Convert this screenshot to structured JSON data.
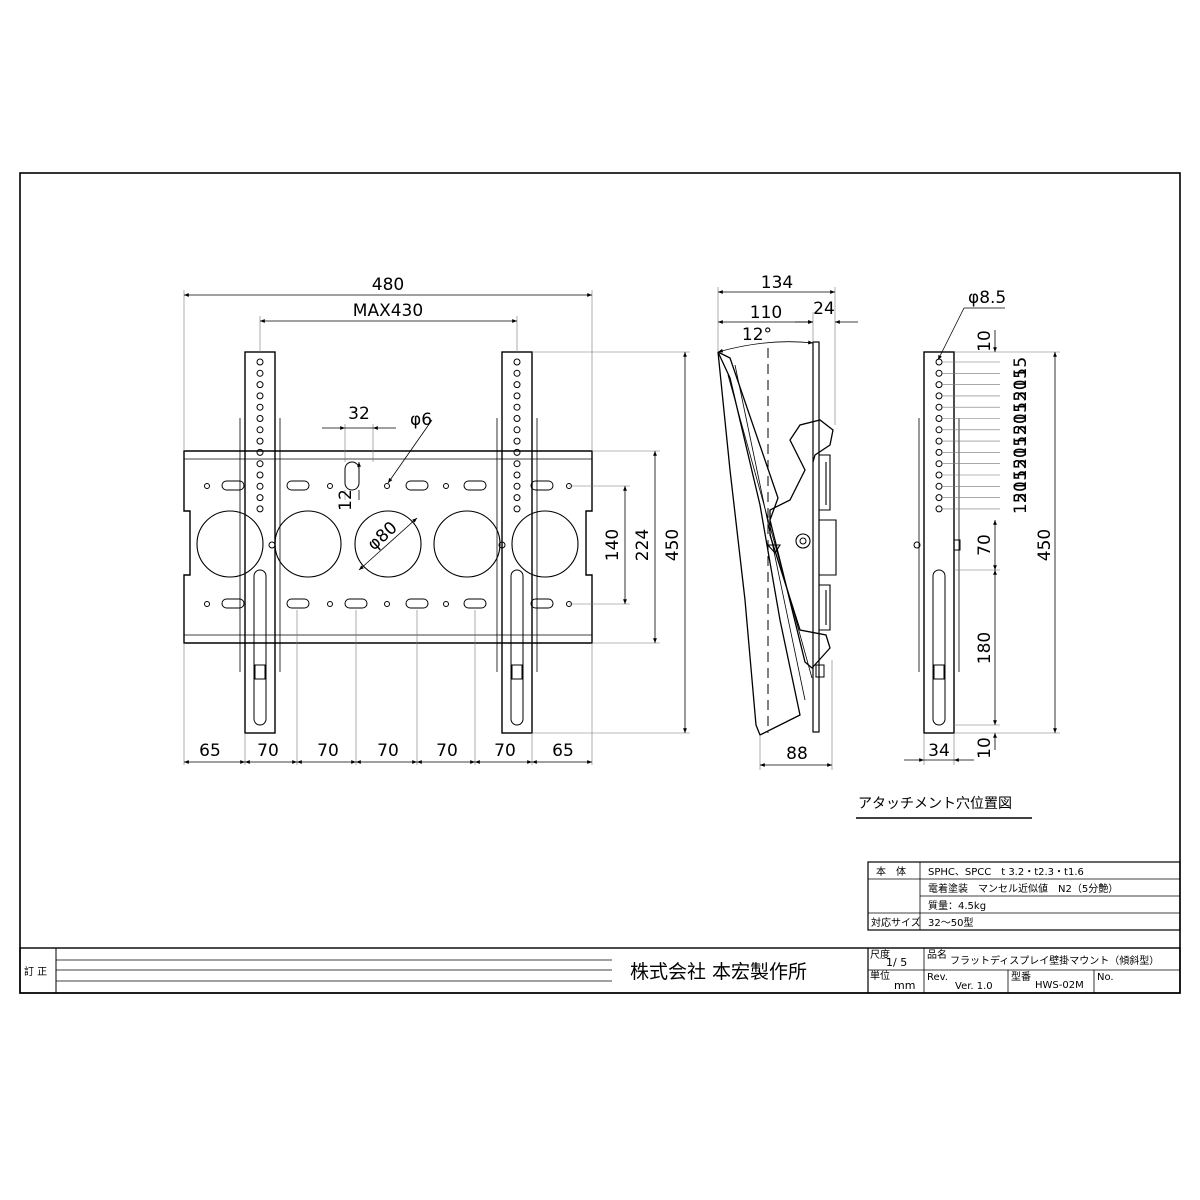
{
  "dims": {
    "front": {
      "overall_width": "480",
      "max_pitch": "MAX430",
      "slot_width": "32",
      "hole_dia": "φ6",
      "slot_len": "12",
      "round_dia": "φ80",
      "height_140": "140",
      "height_224": "224",
      "height_450": "450",
      "bottom": [
        "65",
        "70",
        "70",
        "70",
        "70",
        "70",
        "65"
      ]
    },
    "side": {
      "depth_134": "134",
      "depth_110": "110",
      "depth_24": "24",
      "angle": "12°",
      "base_88": "88"
    },
    "rail": {
      "hole_dia": "φ8.5",
      "top_10": "10",
      "pitch_labels": [
        "15",
        "15",
        "20",
        "15",
        "15",
        "20",
        "15",
        "15",
        "20",
        "15",
        "15",
        "20",
        "15"
      ],
      "mid_70": "70",
      "slot_180": "180",
      "bottom_10": "10",
      "total_450": "450",
      "width_34": "34"
    }
  },
  "caption": "アタッチメント穴位置図",
  "spec": {
    "row1_label": "本　体",
    "row1_value": "SPHC、SPCC　t 3.2・t2.3・t1.6",
    "row2_value": "電着塗装　マンセル近似値　N2（5分艶）",
    "row3_value": "質量：4.5kg",
    "row4_label": "対応サイズ",
    "row4_value": "32〜50型"
  },
  "titleblock": {
    "revision_label": "訂 正",
    "company": "株式会社 本宏製作所",
    "scale_label": "尺度",
    "scale_value": "1/ 5",
    "unit_label": "単位",
    "unit_value": "mm",
    "name_label": "品名",
    "name_value": "フラットディスプレイ壁掛マウント（傾斜型）",
    "rev_label": "Rev.",
    "rev_value": "Ver. 1.0",
    "model_label": "型番",
    "model_value": "HWS-02M",
    "no_label": "No."
  }
}
